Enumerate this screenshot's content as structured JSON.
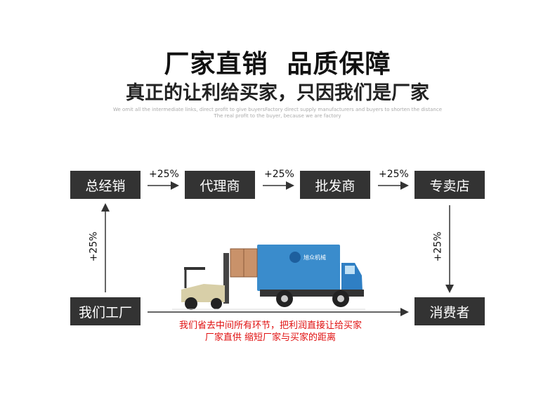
{
  "header": {
    "title": "厂家直销  品质保障",
    "subtitle": "真正的让利给买家，只因我们是厂家",
    "english_line1": "We omit all the intermediate links, direct profit to give buyersFactory direct supply manufacturers and buyers to shorten the distance",
    "english_line2": "The real profit to the buyer, because we are factory"
  },
  "nodes": {
    "distributor": "总经销",
    "agent": "代理商",
    "wholesaler": "批发商",
    "store": "专卖店",
    "factory": "我们工厂",
    "consumer": "消费者"
  },
  "markups": {
    "a": "+25%",
    "b": "+25%",
    "c": "+25%",
    "up": "+25%",
    "down": "+25%"
  },
  "note": {
    "line1": "我们省去中间所有环节，把利润直接让给买家",
    "line2": "厂家直供 缩短厂家与买家的距离"
  },
  "truck": {
    "logo": "旭众机械"
  },
  "colors": {
    "box": "#333333",
    "note": "#e01010",
    "truck": "#3a8ccc"
  }
}
